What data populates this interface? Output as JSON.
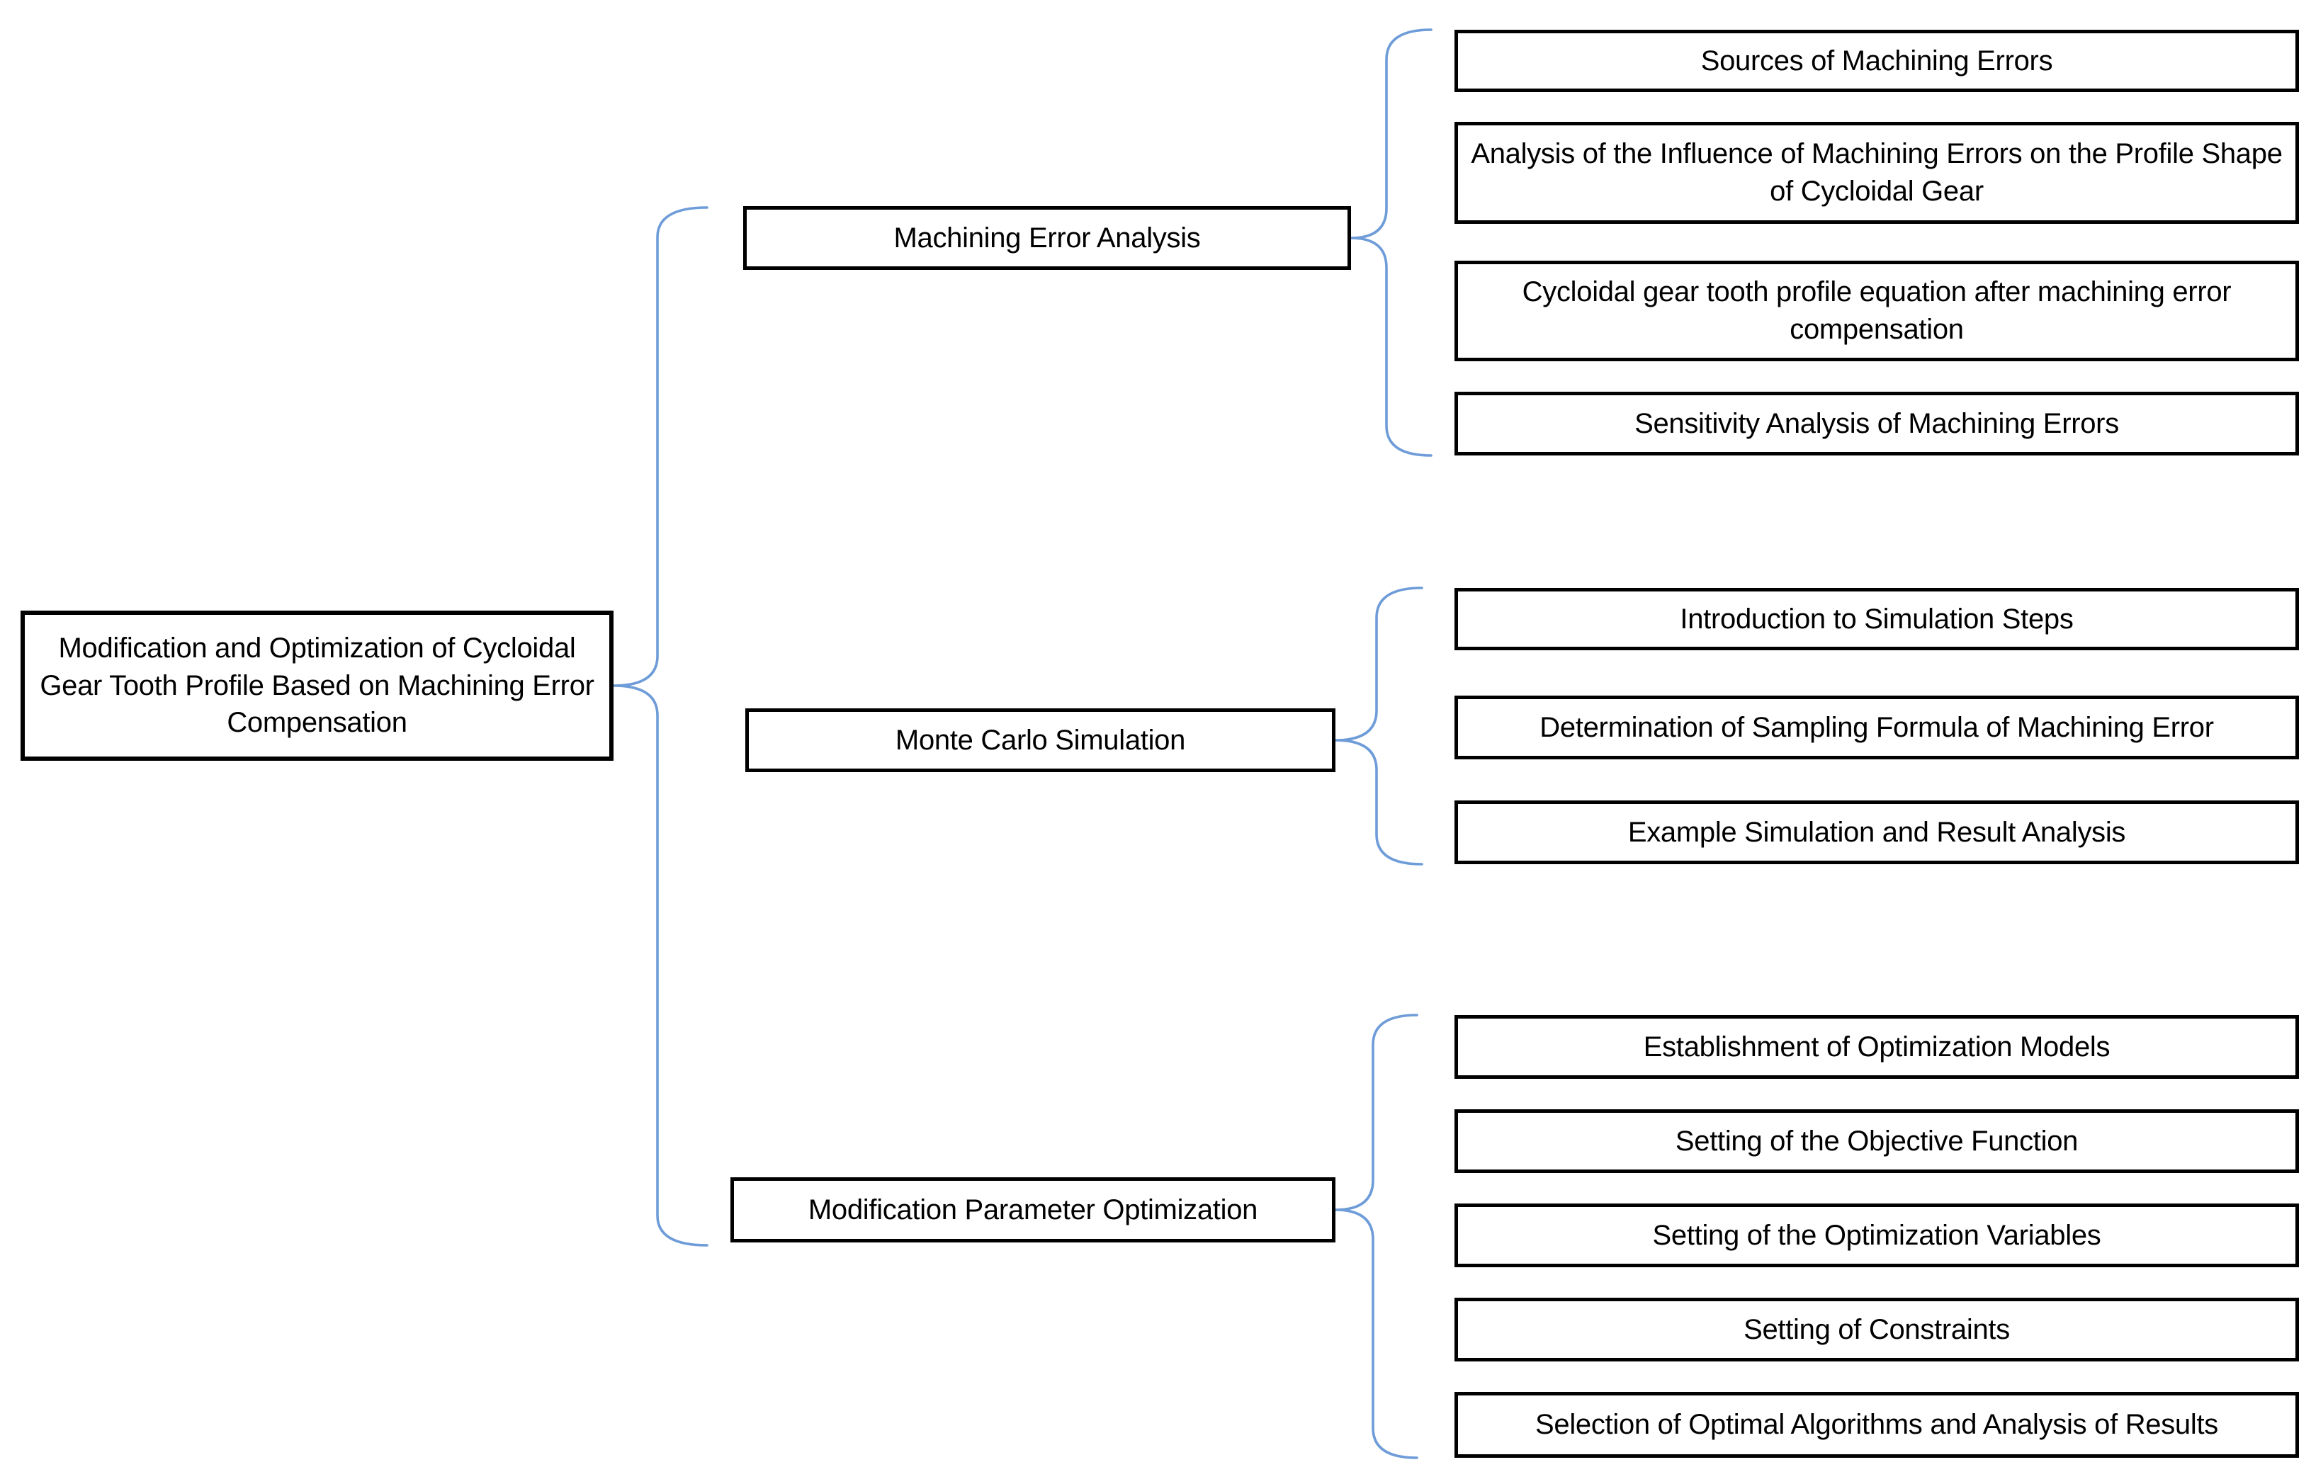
{
  "diagram": {
    "title_hint": "Mind map of thesis structure",
    "root": {
      "label": "Modification and Optimization of Cycloidal Gear Tooth Profile Based on Machining Error Compensation"
    },
    "branches": [
      {
        "label": "Machining Error Analysis",
        "children": [
          "Sources of Machining Errors",
          "Analysis of the Influence of Machining Errors on the Profile Shape of Cycloidal Gear",
          "Cycloidal gear tooth profile equation after machining error compensation",
          "Sensitivity Analysis of Machining Errors"
        ]
      },
      {
        "label": "Monte Carlo Simulation",
        "children": [
          "Introduction to Simulation Steps",
          "Determination of Sampling Formula of Machining Error",
          "Example Simulation and Result Analysis"
        ]
      },
      {
        "label": "Modification Parameter Optimization",
        "children": [
          "Establishment of Optimization Models",
          "Setting of the Objective Function",
          "Setting of the Optimization Variables",
          "Setting of Constraints",
          "Selection of Optimal Algorithms and Analysis of Results"
        ]
      }
    ],
    "colors": {
      "connector_blue": "#6E9CD8",
      "box_border": "#000000",
      "background": "#ffffff",
      "text": "#000000"
    }
  }
}
